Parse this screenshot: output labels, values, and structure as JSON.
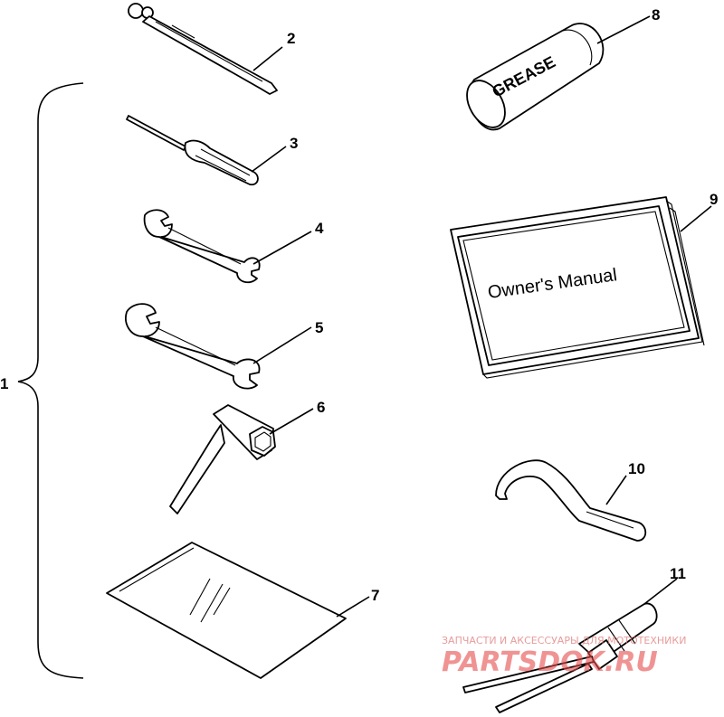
{
  "callouts": {
    "c1": "1",
    "c2": "2",
    "c3": "3",
    "c4": "4",
    "c5": "5",
    "c6": "6",
    "c7": "7",
    "c8": "8",
    "c9": "9",
    "c10": "10",
    "c11": "11"
  },
  "grease_label": "GREASE",
  "manual_title": "Owner's Manual",
  "watermark": {
    "tagline": "ЗАПЧАСТИ И АКСЕССУАРЫ ДЛЯ МОТОТЕХНИКИ",
    "brand": "PARTSDOK.RU"
  }
}
